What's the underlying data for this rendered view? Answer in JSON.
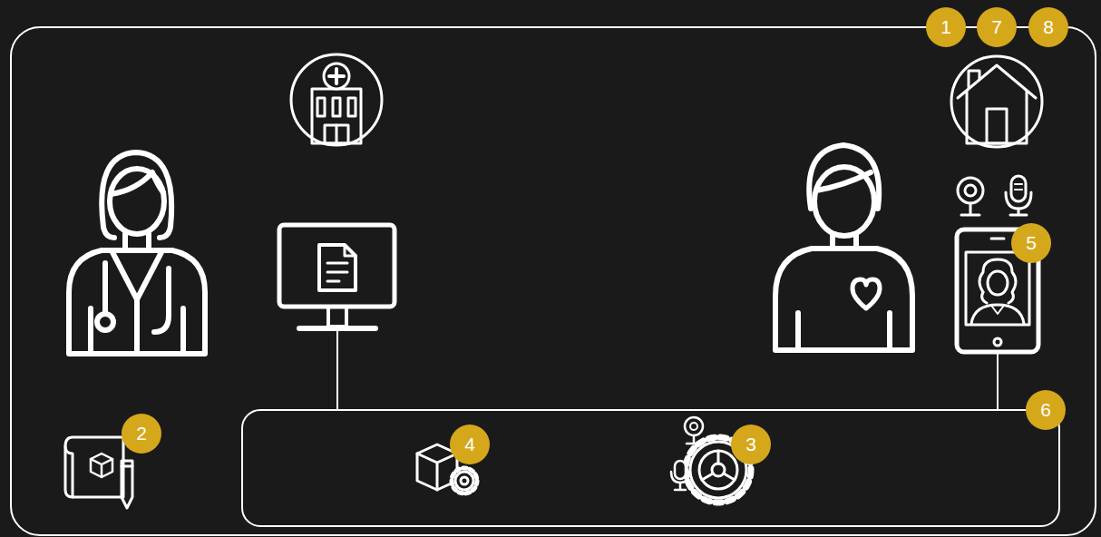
{
  "diagram": {
    "labels": [
      "1",
      "7",
      "8",
      "5",
      "6",
      "2",
      "4",
      "3"
    ]
  }
}
